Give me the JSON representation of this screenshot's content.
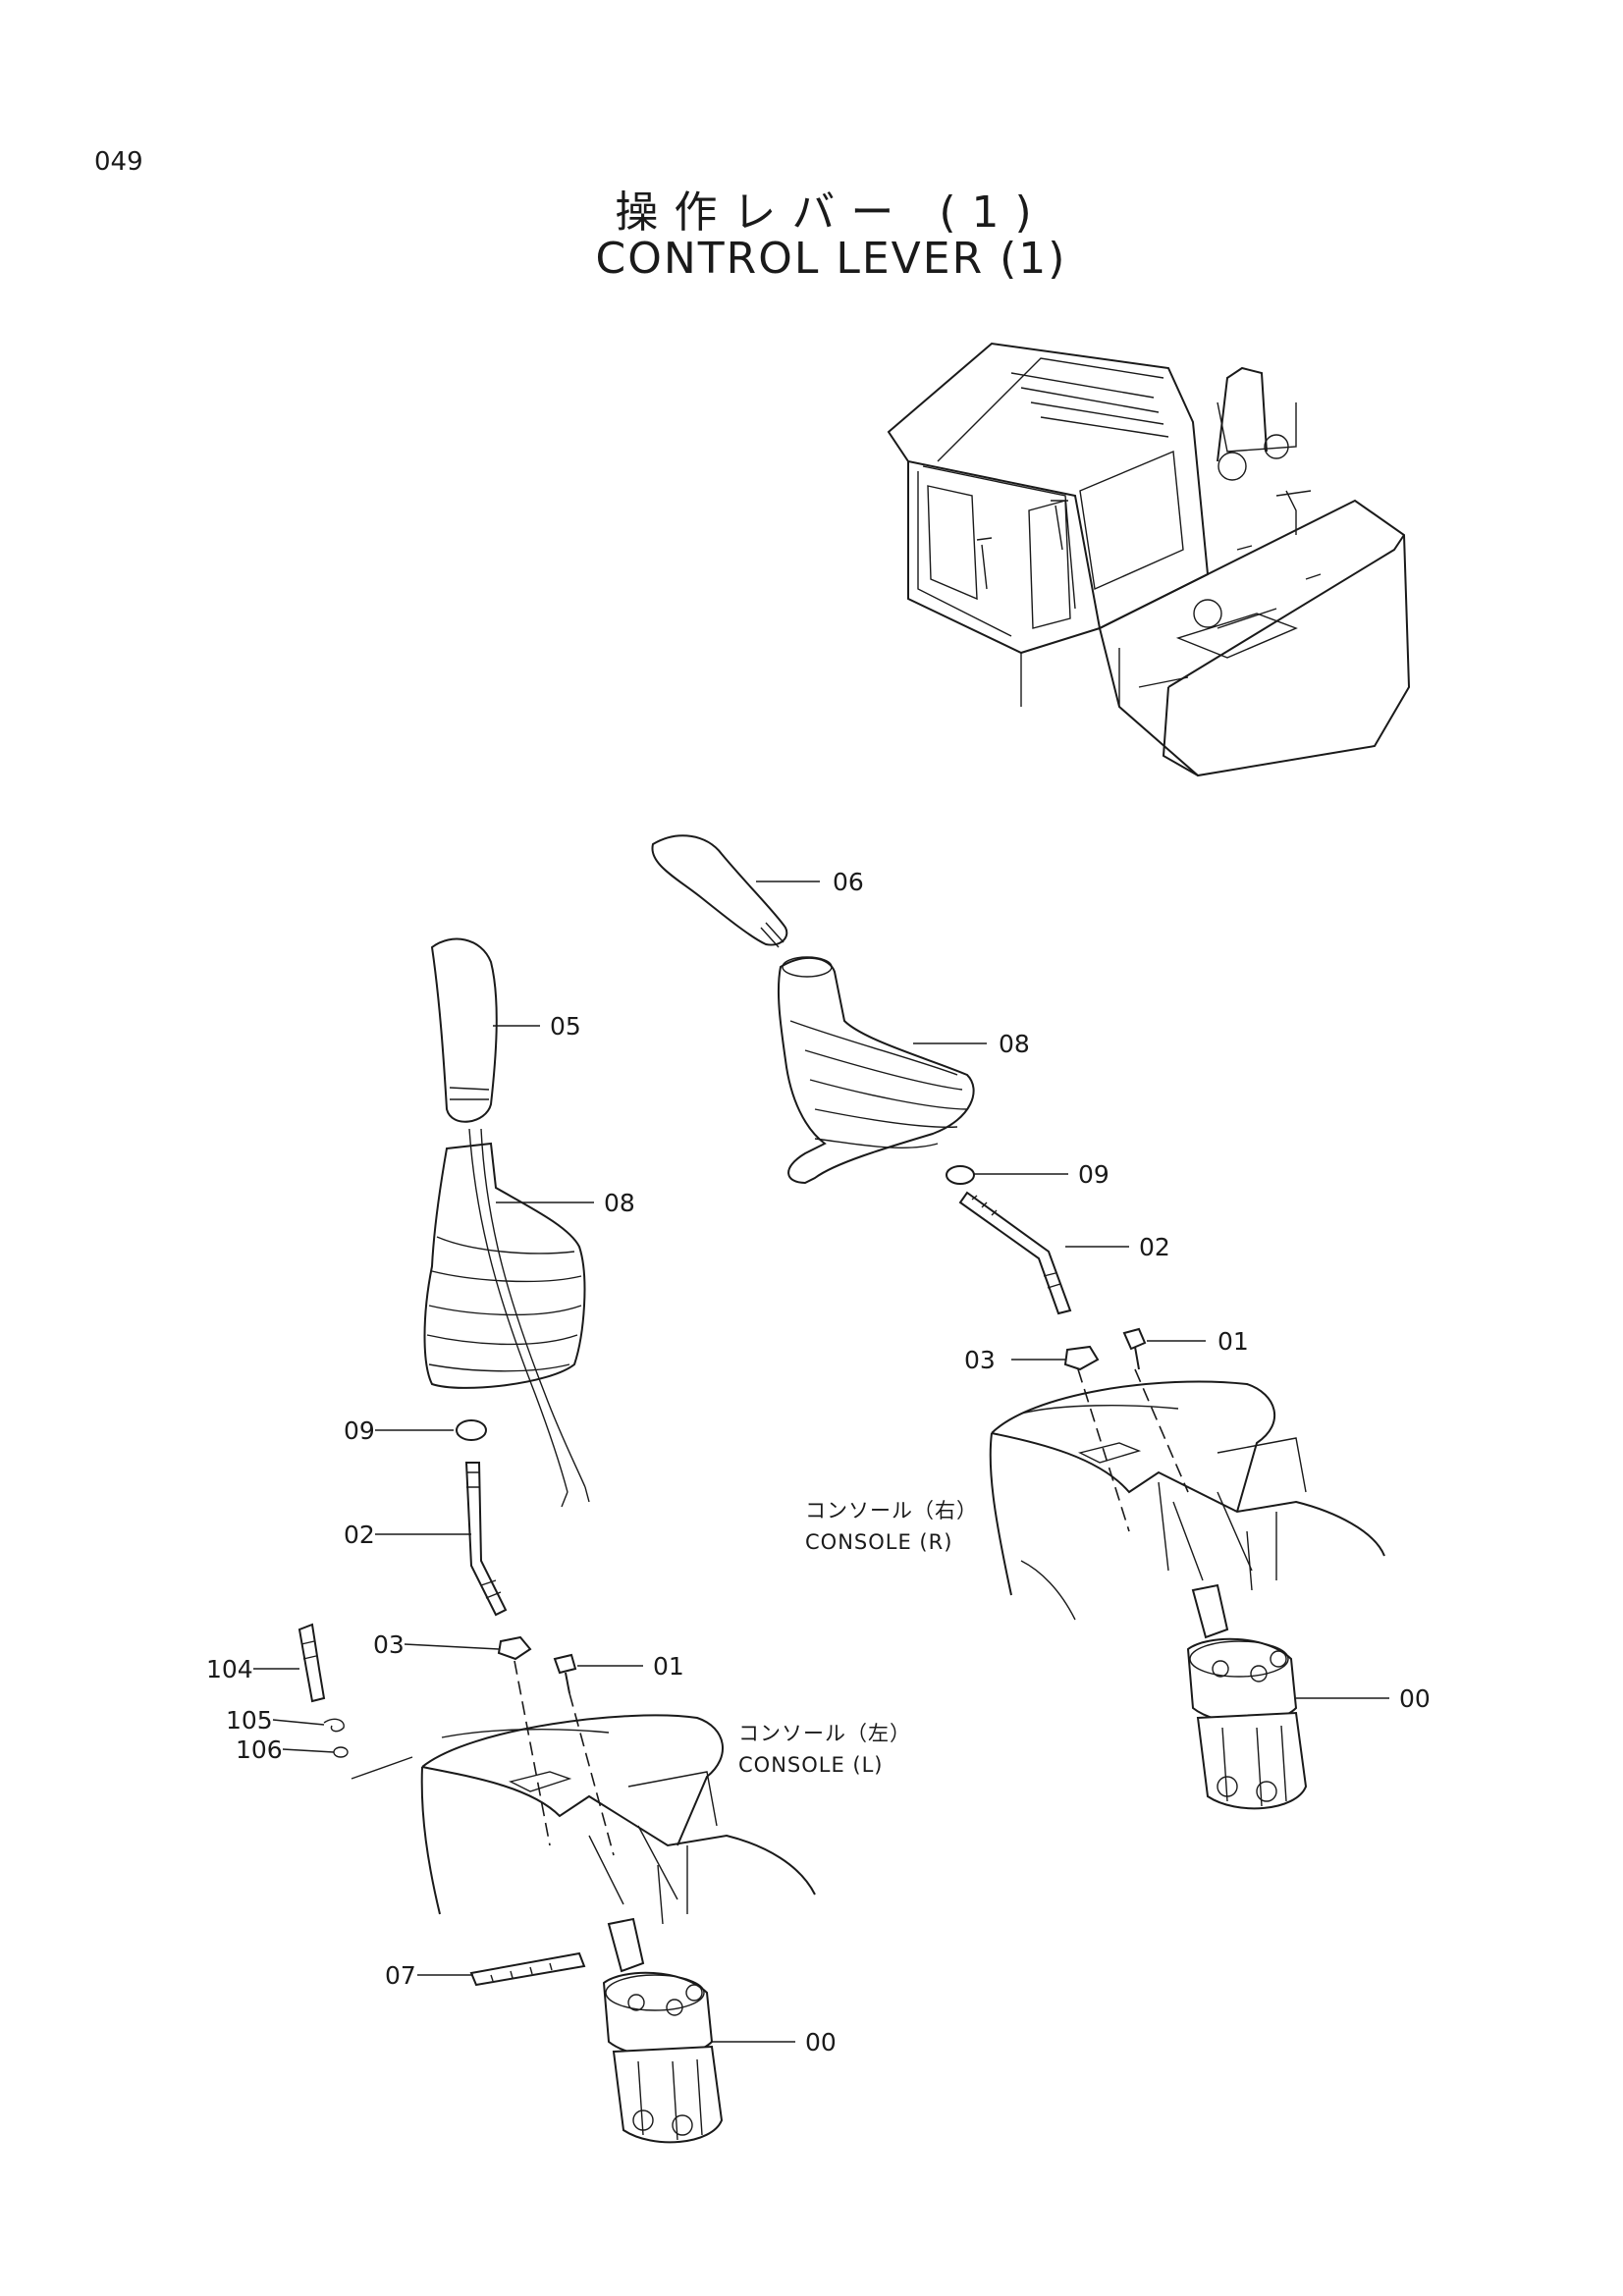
{
  "page_number": "049",
  "title": {
    "japanese": "操作レバー (1)",
    "english": "CONTROL LEVER (1)"
  },
  "console_labels": {
    "right_jp": "コンソール（右）",
    "right_en": "CONSOLE (R)",
    "left_jp": "コンソール（左）",
    "left_en": "CONSOLE (L)"
  },
  "callouts": {
    "right_06": "06",
    "right_08": "08",
    "right_09": "09",
    "right_02": "02",
    "right_03": "03",
    "right_01": "01",
    "right_00": "00",
    "left_05": "05",
    "left_08": "08",
    "left_09": "09",
    "left_02": "02",
    "left_03": "03",
    "left_01": "01",
    "left_104": "104",
    "left_105": "105",
    "left_106": "106",
    "left_07": "07",
    "left_00": "00"
  }
}
